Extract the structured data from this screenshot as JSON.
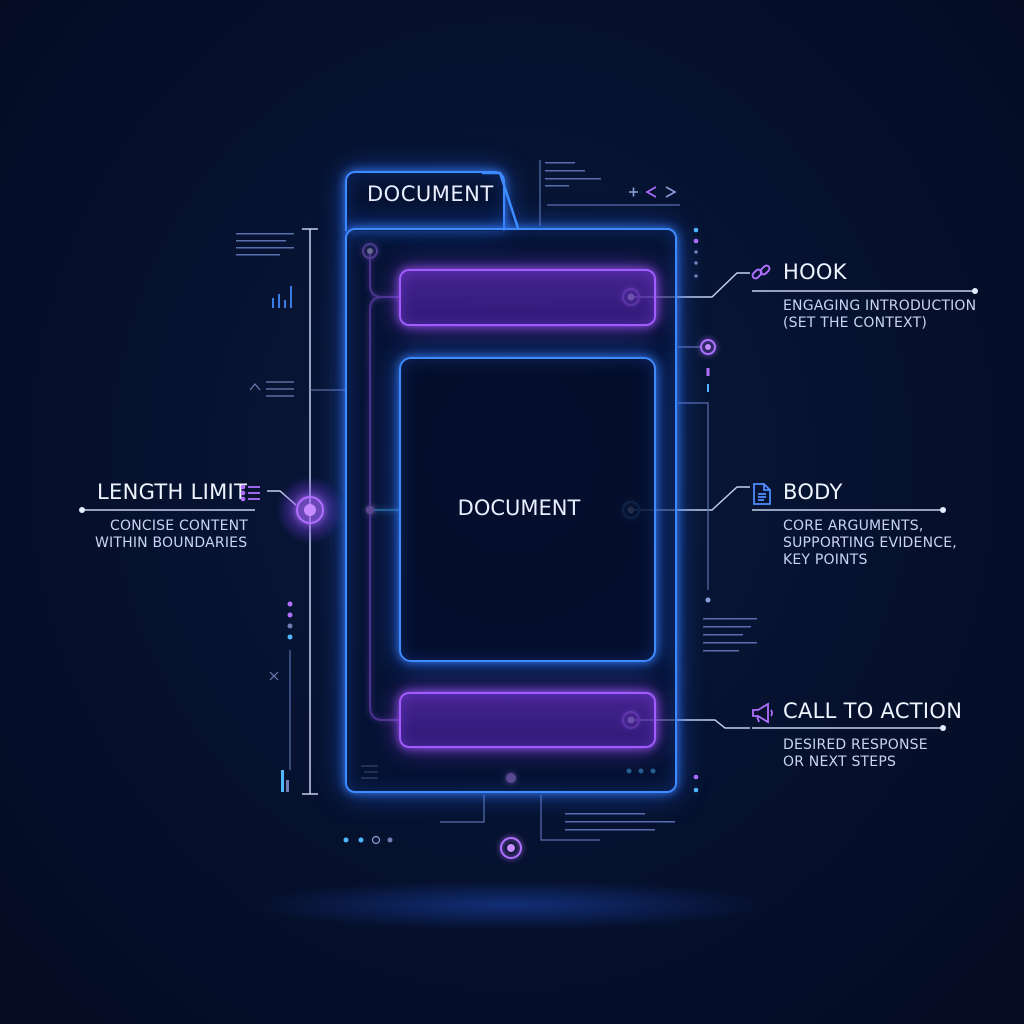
{
  "document": {
    "tab_label": "DOCUMENT",
    "center_label": "DOCUMENT"
  },
  "sections": {
    "hook": {
      "title": "HOOK",
      "desc_line1": "ENGAGING INTRODUCTION",
      "desc_line2": "(SET THE CONTEXT)",
      "icon": "link-icon"
    },
    "body": {
      "title": "BODY",
      "desc_line1": "CORE ARGUMENTS,",
      "desc_line2": "SUPPORTING EVIDENCE,",
      "desc_line3": "KEY POINTS",
      "icon": "document-icon"
    },
    "cta": {
      "title": "CALL TO ACTION",
      "desc_line1": "DESIRED RESPONSE",
      "desc_line2": "OR NEXT STEPS",
      "icon": "megaphone-icon"
    },
    "length_limit": {
      "title": "LENGTH LIMIT",
      "desc_line1": "CONCISE CONTENT",
      "desc_line2": "WITHIN BOUNDARIES",
      "icon": "list-icon"
    }
  },
  "colors": {
    "background": "#061230",
    "frame_blue": "#3d8bff",
    "accent_purple": "#a05cff",
    "node_cyan": "#4fb8ff"
  }
}
